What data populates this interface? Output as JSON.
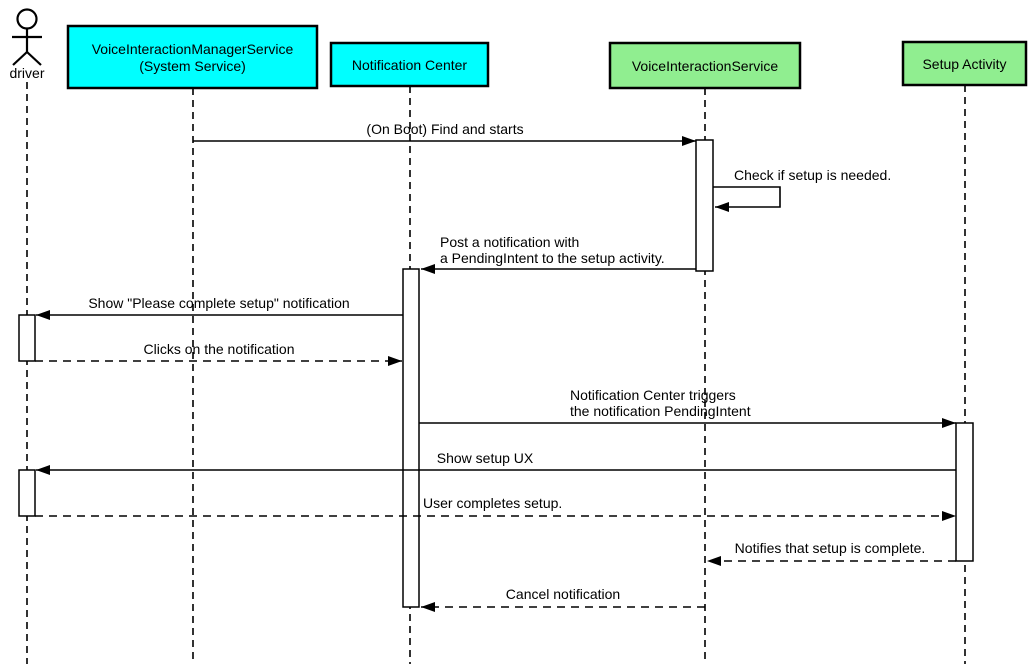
{
  "diagram_type": "uml-sequence-diagram",
  "colors": {
    "system_fill": "#00ffff",
    "app_fill": "#90ee90",
    "line": "#000000",
    "background": "#ffffff"
  },
  "actor": {
    "label": "driver"
  },
  "participants": {
    "vims": {
      "line1": "VoiceInteractionManagerService",
      "line2": "(System Service)"
    },
    "notification_center": {
      "label": "Notification Center"
    },
    "voice_interaction_service": {
      "label": "VoiceInteractionService"
    },
    "setup_activity": {
      "label": "Setup Activity"
    }
  },
  "messages": [
    {
      "lines": [
        "(On Boot) Find and starts"
      ],
      "from": "VoiceInteractionManagerService",
      "to": "VoiceInteractionService",
      "style": "solid"
    },
    {
      "lines": [
        "Check if setup is needed."
      ],
      "from": "VoiceInteractionService",
      "to": "VoiceInteractionService",
      "style": "solid-self"
    },
    {
      "lines": [
        "Post a notification with",
        "a PendingIntent to the setup activity."
      ],
      "from": "VoiceInteractionService",
      "to": "Notification Center",
      "style": "solid"
    },
    {
      "lines": [
        "Show \"Please complete setup\" notification"
      ],
      "from": "Notification Center",
      "to": "driver",
      "style": "solid"
    },
    {
      "lines": [
        "Clicks on the notification"
      ],
      "from": "driver",
      "to": "Notification Center",
      "style": "dashed"
    },
    {
      "lines": [
        "Notification Center triggers",
        "the notification PendingIntent"
      ],
      "from": "Notification Center",
      "to": "Setup Activity",
      "style": "solid"
    },
    {
      "lines": [
        "Show setup UX"
      ],
      "from": "Setup Activity",
      "to": "driver",
      "style": "solid"
    },
    {
      "lines": [
        "User completes setup."
      ],
      "from": "driver",
      "to": "Setup Activity",
      "style": "dashed"
    },
    {
      "lines": [
        "Notifies that setup is complete."
      ],
      "from": "Setup Activity",
      "to": "VoiceInteractionService",
      "style": "dashed"
    },
    {
      "lines": [
        "Cancel notification"
      ],
      "from": "VoiceInteractionService",
      "to": "Notification Center",
      "style": "dashed"
    }
  ]
}
